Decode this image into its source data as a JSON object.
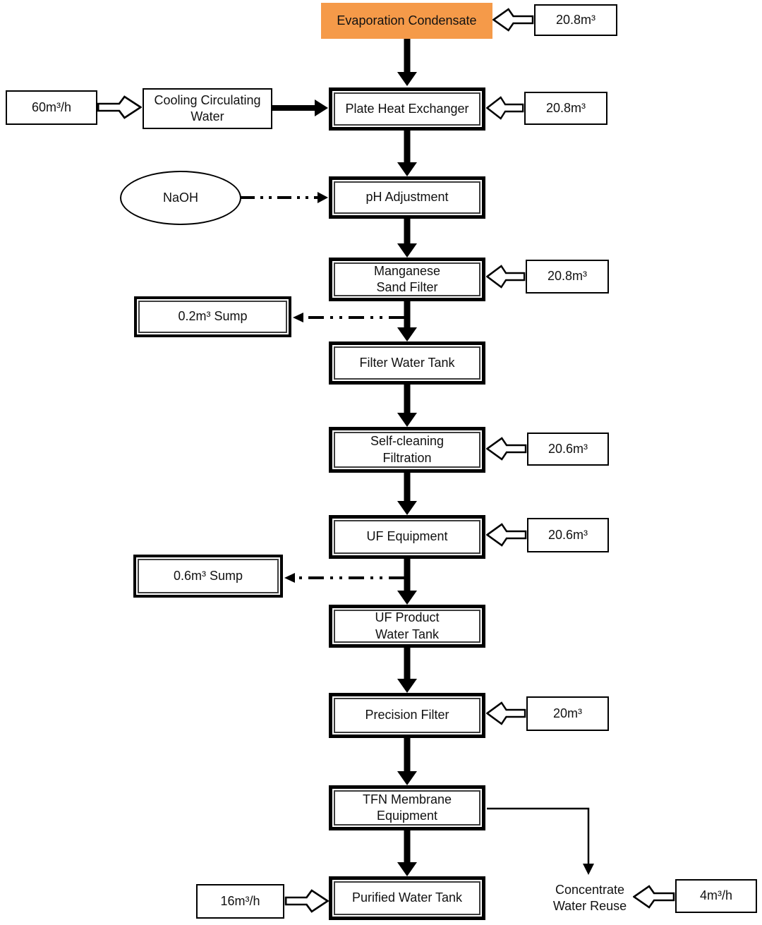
{
  "nodes": {
    "evaporation_condensate": "Evaporation Condensate",
    "cooling_circulating_water": "Cooling Circulating\nWater",
    "naoh": "NaOH",
    "plate_heat_exchanger": "Plate Heat Exchanger",
    "ph_adjustment": "pH Adjustment",
    "manganese_sand_filter": "Manganese\nSand Filter",
    "sump_02": "0.2m³ Sump",
    "filter_water_tank": "Filter Water Tank",
    "self_cleaning_filtration": "Self-cleaning\nFiltration",
    "uf_equipment": "UF Equipment",
    "sump_06": "0.6m³ Sump",
    "uf_product_water_tank": "UF Product\nWater Tank",
    "precision_filter": "Precision Filter",
    "tfn_membrane_equipment": "TFN Membrane\nEquipment",
    "purified_water_tank": "Purified Water Tank",
    "concentrate_water_reuse": "Concentrate\nWater Reuse"
  },
  "values": {
    "evaporation_in": "20.8m³",
    "cooling_feed_rate": "60m³/h",
    "heat_exchanger_in": "20.8m³",
    "manganese_filter_in": "20.8m³",
    "self_cleaning_in": "20.6m³",
    "uf_in": "20.6m³",
    "precision_filter_in": "20m³",
    "purified_feed_rate": "16m³/h",
    "concentrate_rate": "4m³/h"
  },
  "colors": {
    "highlight_fill": "#F59A49",
    "line": "#000000"
  }
}
